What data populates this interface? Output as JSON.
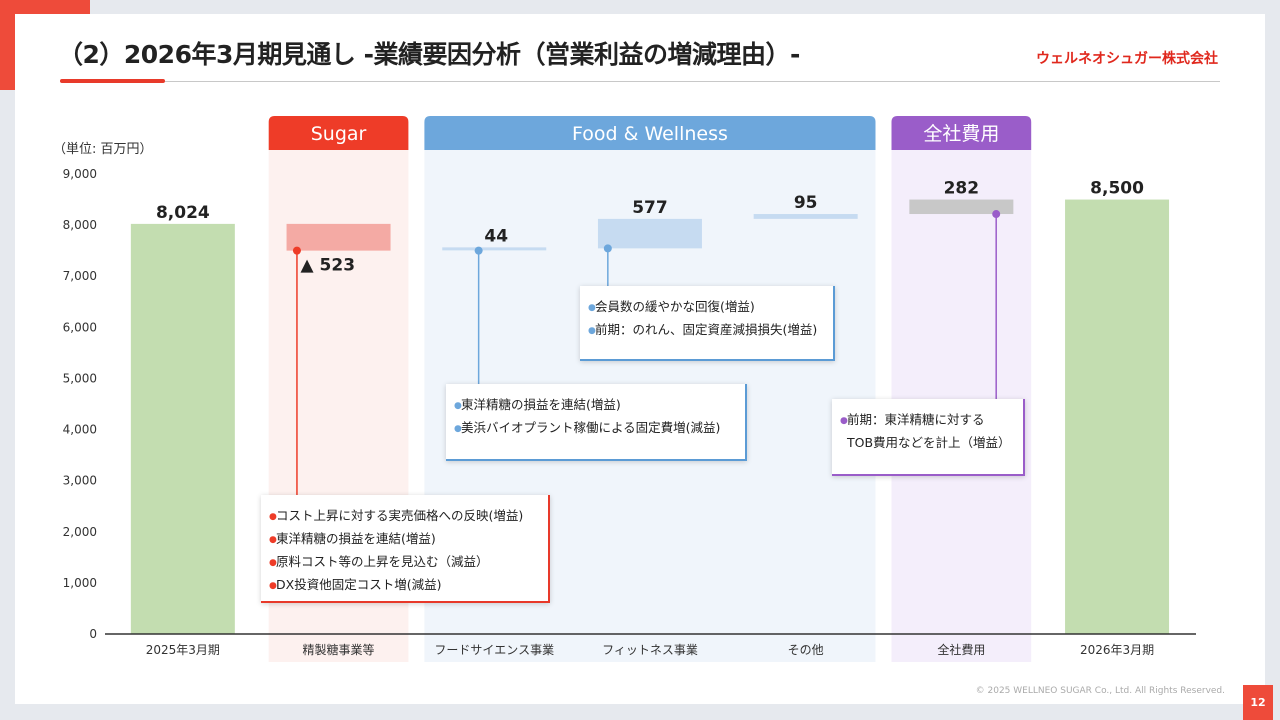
{
  "header": {
    "title": "（2）2026年3月期見通し -業績要因分析（営業利益の増減理由）-",
    "logo": "ウェルネオシュガー株式会社"
  },
  "footer": {
    "copyright": "© 2025 WELLNEO SUGAR Co., Ltd. All Rights Reserved.",
    "page": "12"
  },
  "colors": {
    "sugar": "#ee3c28",
    "food": "#6da7dc",
    "corporate": "#9a5dc9",
    "total_bar": "#c3ddb0",
    "negative_bar": "#f4aaa4",
    "positive_bar": "#c6dbf1",
    "corporate_bar": "#c8c8c8"
  },
  "chart_data": {
    "type": "bar",
    "subtype": "waterfall",
    "unit_label": "（単位: 百万円）",
    "ylim": [
      0,
      9000
    ],
    "yticks": [
      "0",
      "1,000",
      "2,000",
      "3,000",
      "4,000",
      "5,000",
      "6,000",
      "7,000",
      "8,000",
      "9,000"
    ],
    "groups": [
      {
        "key": "sugar",
        "label": "Sugar",
        "from": 1,
        "to": 1
      },
      {
        "key": "food",
        "label": "Food & Wellness",
        "from": 2,
        "to": 4
      },
      {
        "key": "corp",
        "label": "全社費用",
        "from": 5,
        "to": 5
      }
    ],
    "categories": [
      "2025年3月期",
      "精製糖事業等",
      "フードサイエンス事業",
      "フィットネス事業",
      "その他",
      "全社費用",
      "2026年3月期"
    ],
    "bars": [
      {
        "kind": "total",
        "start": 0,
        "end": 8024,
        "label": "8,024"
      },
      {
        "kind": "decrease",
        "start": 8024,
        "end": 7501,
        "label": "▲ 523"
      },
      {
        "kind": "increase",
        "start": 7501,
        "end": 7545,
        "label": "44"
      },
      {
        "kind": "increase",
        "start": 7545,
        "end": 8122,
        "label": "577"
      },
      {
        "kind": "increase",
        "start": 8122,
        "end": 8217,
        "label": "95"
      },
      {
        "kind": "corporate",
        "start": 8217,
        "end": 8500,
        "label": "282"
      },
      {
        "kind": "total",
        "start": 0,
        "end": 8500,
        "label": "8,500"
      }
    ]
  },
  "callouts": {
    "sugar": [
      "コスト上昇に対する実売価格への反映(増益)",
      "東洋精糖の損益を連結(増益)",
      "原料コスト等の上昇を見込む（減益）",
      "DX投資他固定コスト増(減益)"
    ],
    "food_science": [
      "東洋精糖の損益を連結(増益)",
      "美浜バイオプラント稼働による固定費増(減益)"
    ],
    "fitness": [
      "会員数の緩やかな回復(増益)",
      "前期：のれん、固定資産減損損失(増益)"
    ],
    "corporate": [
      "前期：東洋精糖に対する",
      "TOB費用などを計上（増益）"
    ]
  }
}
